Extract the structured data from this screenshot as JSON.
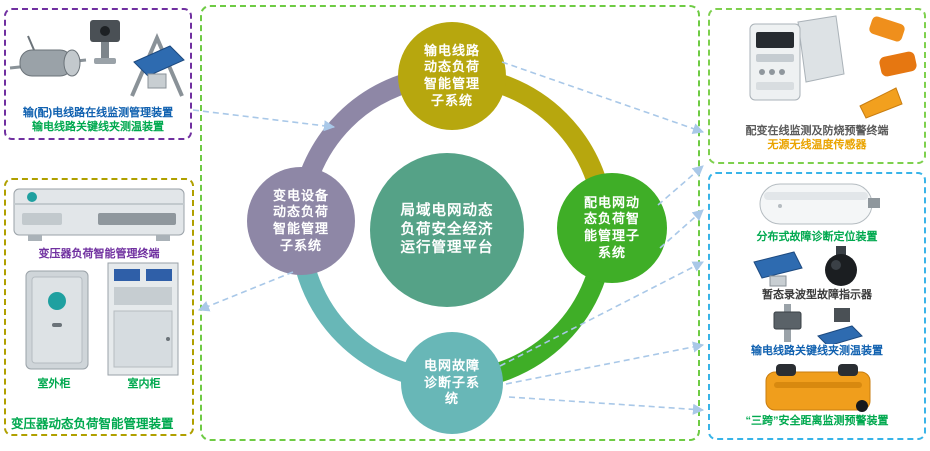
{
  "diagram": {
    "center": {
      "lines": [
        "局域电网动态",
        "负荷安全经济",
        "运行管理平台"
      ],
      "color": "#55a287"
    },
    "nodes": {
      "top": {
        "lines": [
          "输电线路",
          "动态负荷",
          "智能管理",
          "子系统"
        ],
        "color": "#b7a70e"
      },
      "right": {
        "lines": [
          "配电网动",
          "态负荷智",
          "能管理子",
          "系统"
        ],
        "color": "#3fae27"
      },
      "bottom": {
        "lines": [
          "电网故障",
          "诊断子系",
          "统"
        ],
        "color": "#68b7b7"
      },
      "left": {
        "lines": [
          "变电设备",
          "动态负荷",
          "智能管理",
          "子系统"
        ],
        "color": "#8e87a6"
      }
    }
  },
  "panels": {
    "top_left": {
      "labels": [
        {
          "text": "输(配)电线路在线监测管理装置",
          "color": "#1061b0"
        },
        {
          "text": "输电线路关键线夹测温装置",
          "color": "#00a94f"
        }
      ]
    },
    "bottom_left": {
      "terminal_label": {
        "text": "变压器负荷智能管理终端",
        "color": "#7030a0"
      },
      "outdoor_label": {
        "text": "室外柜",
        "color": "#00a94f"
      },
      "indoor_label": {
        "text": "室内柜",
        "color": "#00a94f"
      },
      "bottom_label": {
        "text": "变压器动态负荷智能管理装置",
        "color": "#00a94f"
      }
    },
    "top_right": {
      "labels": [
        {
          "text": "配变在线监测及防烧预警终端",
          "color": "#5a5a5a"
        },
        {
          "text": "无源无线温度传感器",
          "color": "#eaa400"
        }
      ]
    },
    "bottom_right": {
      "labels": [
        {
          "text": "分布式故障诊断定位装置",
          "color": "#00a94f"
        },
        {
          "text": "暂态录波型故障指示器",
          "color": "#3a3a3a"
        },
        {
          "text": "输电线路关键线夹测温装置",
          "color": "#1061b0"
        },
        {
          "text": "“三跨”安全距离监测预警装置",
          "color": "#00a94f"
        }
      ]
    },
    "borders": {
      "top_left": "#7030a0",
      "bottom_left": "#b0a000",
      "center": "#6ecb44",
      "top_right": "#7ed04e",
      "bottom_right": "#39b4e8"
    }
  },
  "connector_color": "#a9c8e8"
}
